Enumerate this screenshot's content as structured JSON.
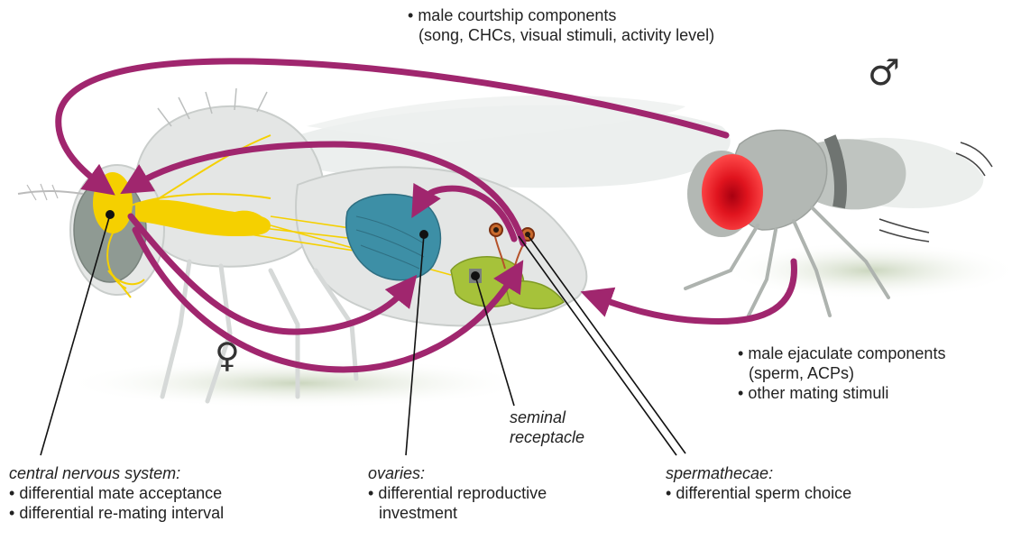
{
  "symbols": {
    "male": "♂",
    "female": "♀"
  },
  "labels": {
    "male_courtship": {
      "line1": "male courtship components",
      "line2": "(song, CHCs, visual stimuli, activity level)"
    },
    "male_ejaculate": {
      "line1": "male ejaculate components",
      "line2": "(sperm, ACPs)",
      "line3": "other mating stimuli"
    },
    "seminal_receptacle": {
      "line1": "seminal",
      "line2": "receptacle"
    },
    "cns": {
      "title": "central nervous system:",
      "item1": "differential mate acceptance",
      "item2": "differential re-mating interval"
    },
    "ovaries": {
      "title": "ovaries:",
      "item1": "differential reproductive",
      "item2": "investment"
    },
    "spermathecae": {
      "title": "spermathecae:",
      "item1": "differential sperm choice"
    }
  },
  "colors": {
    "arrow": "#a0266e",
    "nervous_system": "#f5d000",
    "ovaries": "#3d8fa6",
    "reproductive_tract": "#a6c23a",
    "male_eye": "#e0141e",
    "fly_body": "#bfc4c0"
  }
}
